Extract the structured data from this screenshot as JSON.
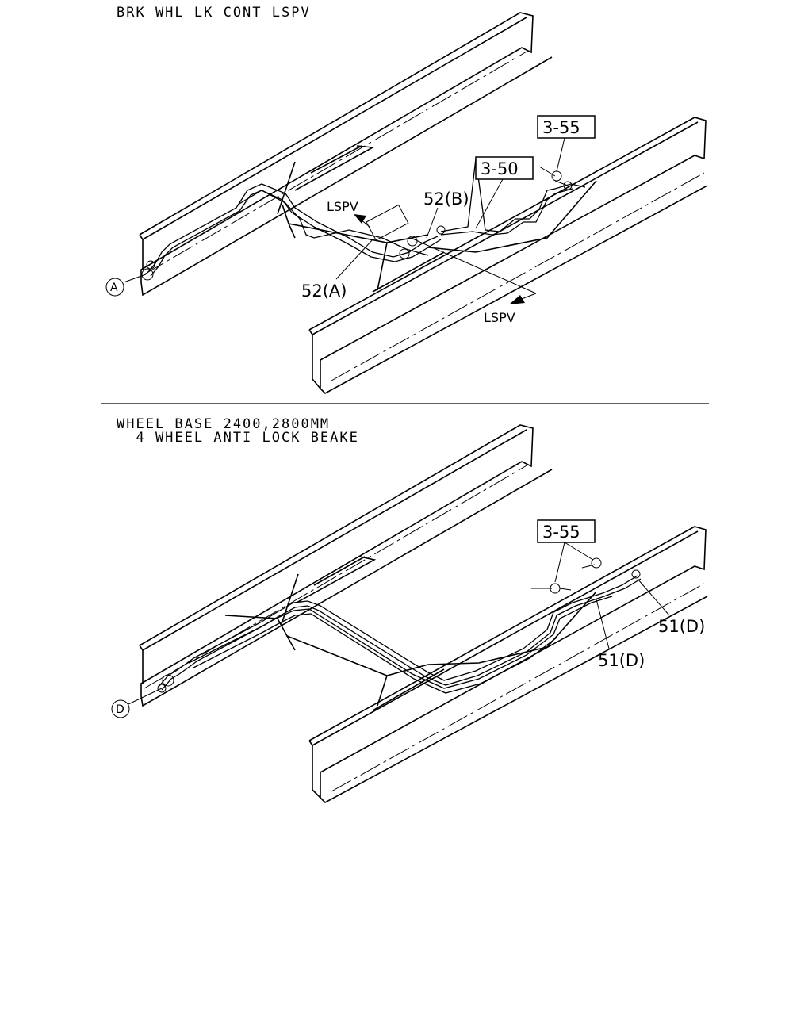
{
  "sections": [
    {
      "heading_lines": [
        "BRK WHL LK CONT LSPV"
      ],
      "labels": {
        "ref_a": "3-55",
        "ref_b": "3-50",
        "lspv_top": "LSPV",
        "lspv_bottom": "LSPV",
        "part_52a": "52(A)",
        "part_52b": "52(B)",
        "circle": "A"
      }
    },
    {
      "heading_lines": [
        "WHEEL BASE 2400,2800MM",
        "  4 WHEEL ANTI LOCK BEAKE"
      ],
      "labels": {
        "ref_a": "3-55",
        "part_51d_right": "51(D)",
        "part_51d_lower": "51(D)",
        "circle": "D"
      }
    }
  ]
}
